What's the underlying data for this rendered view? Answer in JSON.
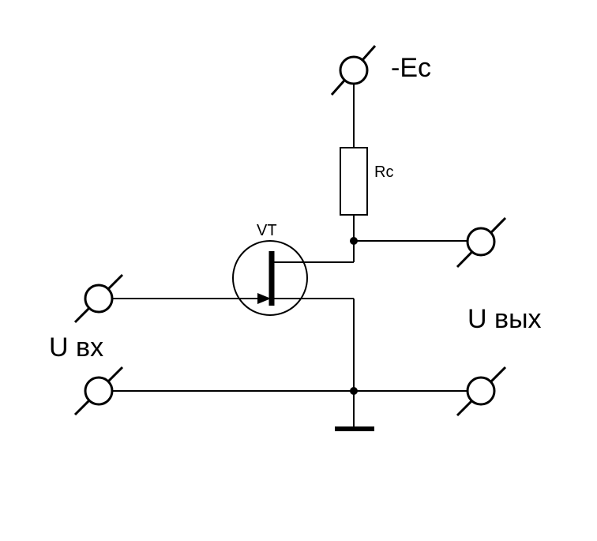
{
  "labels": {
    "supply": "-Ec",
    "resistor": "Rc",
    "transistor": "VT",
    "input": "U вх",
    "output": "U вых"
  },
  "colors": {
    "line": "#000000",
    "background": "#ffffff"
  }
}
